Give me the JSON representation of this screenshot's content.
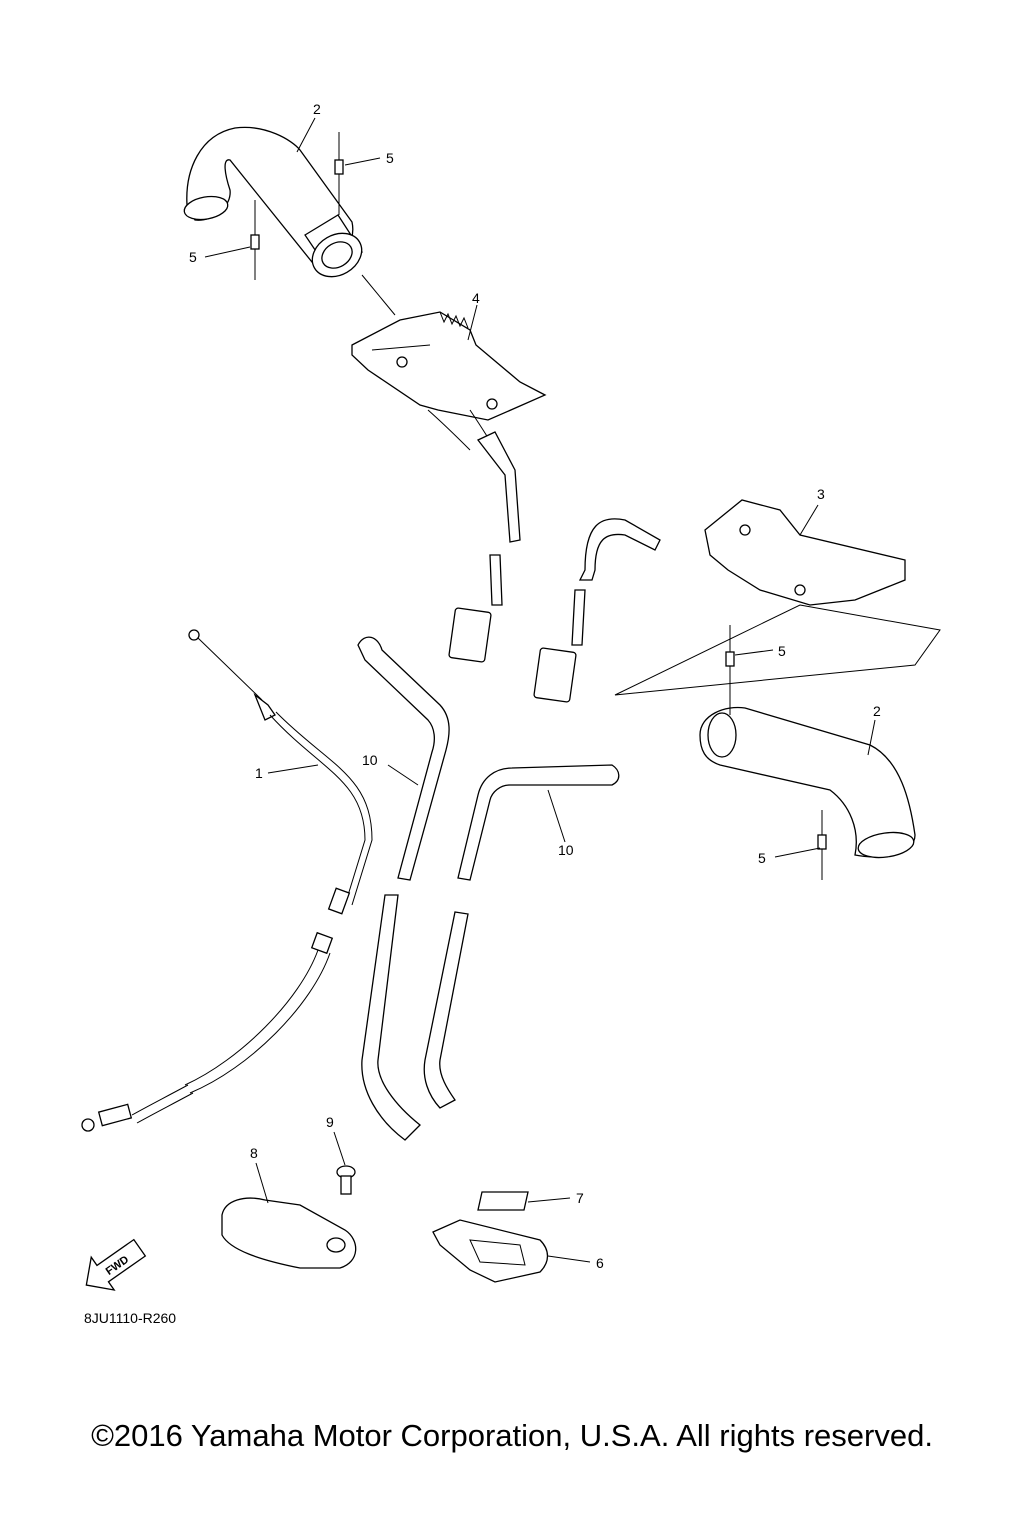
{
  "callouts": [
    {
      "id": "c2a",
      "text": "2"
    },
    {
      "id": "c5a",
      "text": "5"
    },
    {
      "id": "c5b",
      "text": "5"
    },
    {
      "id": "c4",
      "text": "4"
    },
    {
      "id": "c3",
      "text": "3"
    },
    {
      "id": "c5c",
      "text": "5"
    },
    {
      "id": "c2b",
      "text": "2"
    },
    {
      "id": "c1",
      "text": "1"
    },
    {
      "id": "c10a",
      "text": "10"
    },
    {
      "id": "c10b",
      "text": "10"
    },
    {
      "id": "c5d",
      "text": "5"
    },
    {
      "id": "c9",
      "text": "9"
    },
    {
      "id": "c8",
      "text": "8"
    },
    {
      "id": "c7",
      "text": "7"
    },
    {
      "id": "c6",
      "text": "6"
    }
  ],
  "fwd_label": "FWD",
  "diagram_code": "8JU1110-R260",
  "copyright": "©2016 Yamaha Motor Corporation, U.S.A. All rights reserved."
}
